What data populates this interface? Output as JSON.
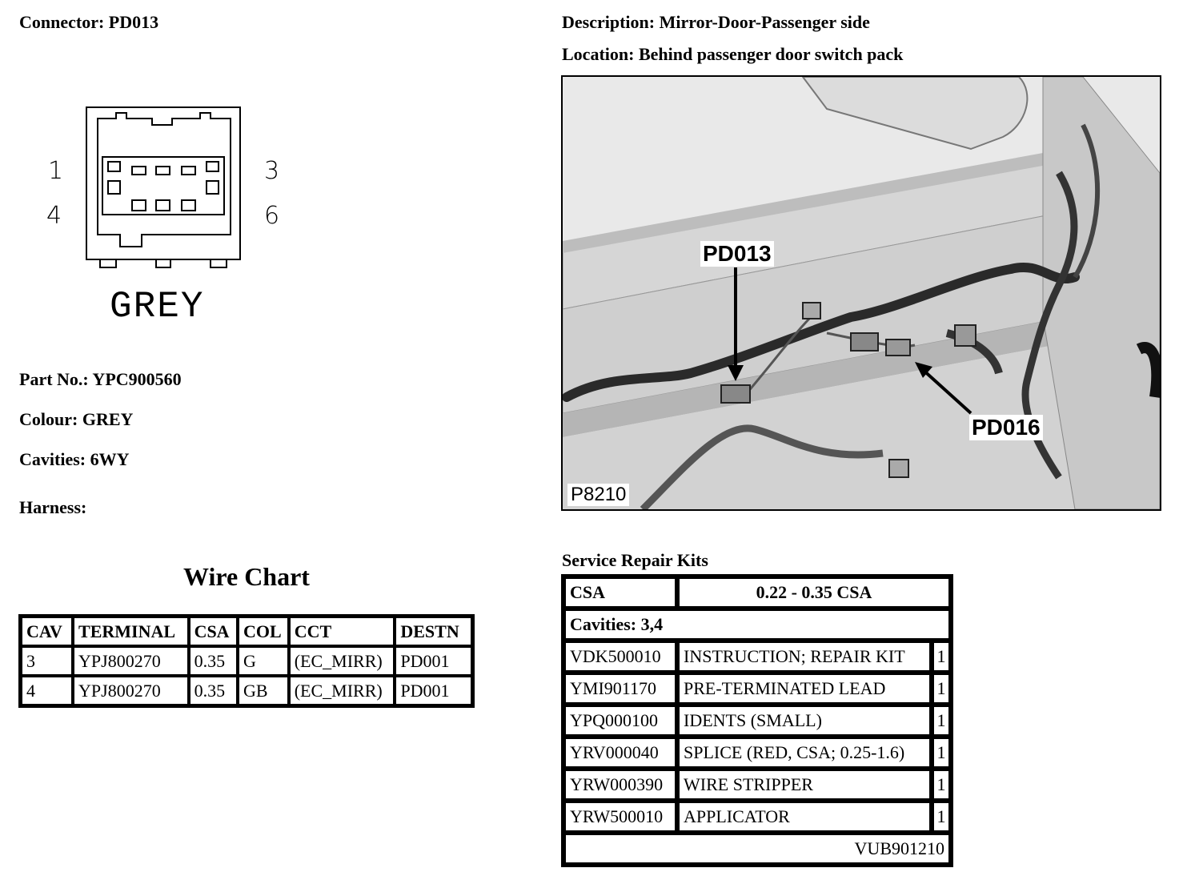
{
  "connector": {
    "label": "Connector: PD013"
  },
  "description": {
    "label": "Description: Mirror-Door-Passenger side"
  },
  "location": {
    "label": "Location: Behind passenger door switch pack"
  },
  "diagram": {
    "pins": {
      "top_left": "1",
      "top_right": "3",
      "bottom_left": "4",
      "bottom_right": "6"
    },
    "colour_label": "GREY"
  },
  "part_info": {
    "part_no": "Part No.: YPC900560",
    "colour": "Colour: GREY",
    "cavities": "Cavities: 6WY",
    "harness": "Harness:"
  },
  "wire_chart": {
    "title": "Wire Chart",
    "headers": [
      "CAV",
      "TERMINAL",
      "CSA",
      "COL",
      "CCT",
      "DESTN"
    ],
    "rows": [
      [
        "3",
        "YPJ800270",
        "0.35",
        "G",
        "(EC_MIRR)",
        "PD001"
      ],
      [
        "4",
        "YPJ800270",
        "0.35",
        "GB",
        "(EC_MIRR)",
        "PD001"
      ]
    ]
  },
  "photo": {
    "labels": {
      "pd013": "PD013",
      "pd016": "PD016",
      "ref": "P8210"
    }
  },
  "service_kits": {
    "title": "Service Repair Kits",
    "csa_label": "CSA",
    "csa_value": "0.22 - 0.35 CSA",
    "cavities": "Cavities: 3,4",
    "items": [
      {
        "code": "VDK500010",
        "desc": "INSTRUCTION; REPAIR KIT",
        "qty": "1"
      },
      {
        "code": "YMI901170",
        "desc": "PRE-TERMINATED LEAD",
        "qty": "1"
      },
      {
        "code": "YPQ000100",
        "desc": "IDENTS (SMALL)",
        "qty": "1"
      },
      {
        "code": "YRV000040",
        "desc": "SPLICE (RED, CSA; 0.25-1.6)",
        "qty": "1"
      },
      {
        "code": "YRW000390",
        "desc": "WIRE STRIPPER",
        "qty": "1"
      },
      {
        "code": "YRW500010",
        "desc": "APPLICATOR",
        "qty": "1"
      }
    ],
    "kit_code": "VUB901210"
  }
}
